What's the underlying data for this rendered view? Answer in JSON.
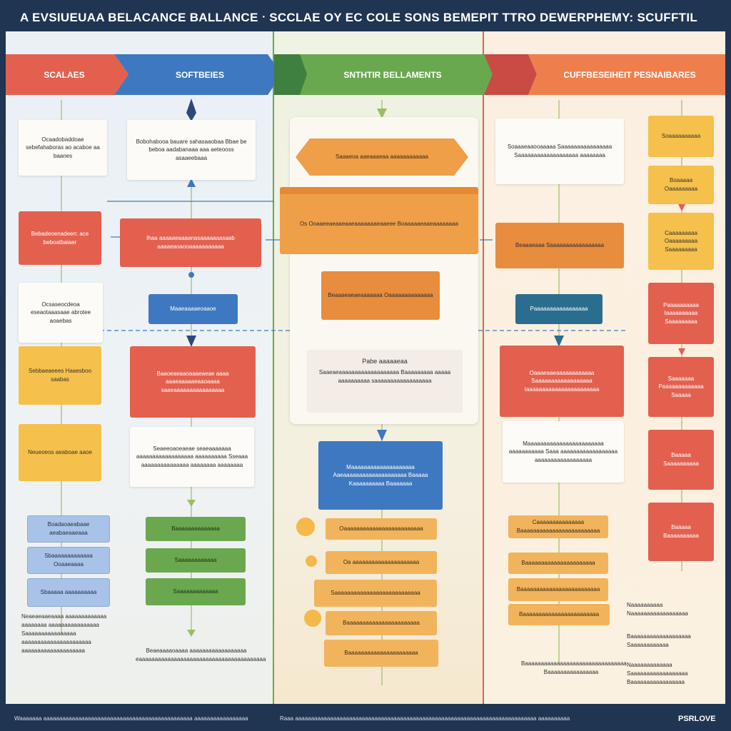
{
  "title": "A EVSIUEUAA BELACANCE BALLANCE ᐧ SCCLAE OY EC COLE SONS BEMEPIT TTRO DEWERPHEMY: SCUFFTIL",
  "colors": {
    "red": "#e3604f",
    "blue": "#3e78c0",
    "green": "#6aa84f",
    "orange": "#ef9f48",
    "yellow": "#f5c04c",
    "navy": "#1f3552"
  },
  "bands": [
    "SCALAES",
    "SOFTBEIES",
    "SNTHTIR BELLAMENTS",
    "CUFFBESEIHEIT PESNAIBARES"
  ],
  "col1": {
    "left": [
      "Ocaadobaddoae sebefahaboras ao acaboe aa baanes",
      "Bebadeoenadeen: ace beboatbaiaer",
      "Ocsaseocdeoa eseaotaaasaae abrotee aoaebas",
      "Sebbaeaeees Haaesboo saabas",
      "Neueoeos aeaboae aaoe"
    ],
    "right": [
      "Bobohabooa bauare sahasaaobaa Bbae be beboa aadabanaaa aaa aeteooss asaaeebaaa",
      "Ihaa aaaaaeaaaanasaaaaaaasaab aaaaeaoaooaaaaaaaaaaa",
      "Maaeaaaaeoaaoe",
      "Baaoeaeaaoaaaeaeae aaaa aaaeaaaaaeaaoaaaa saaeaaaaaaaaaaaaaaaa",
      "Seaeeoaoeaeae seaeaaaaaaa aaaaaaaaaaaaaaaaaa aaaaaaaaaa Sseaaa aaaaaaaaaaaaaaa aaaaaaaa aaaaaaaa"
    ],
    "lists": [
      "Boadaoaeabaae aeabaeaaeaaa",
      "Sbaaaaaaaaaaaaa Ooaaeaaaa",
      "Sbaaaaa aaaaaaaaaa",
      "Baaaaaaaaaaaaaa",
      "Saaaaaaaaaaaa",
      "Saaaaaaaaaaaaa"
    ],
    "bottom_text": "Neaeaeaaeaaaa aaaaaaaaaaaaa aaaaaaaa aaaaaaaaaaaaaaaa Saaaaaaaaaaaaaaaa aaaaaaaaaaaaaaaaaaaaaa aaaaaaaaaaaaaaaaaaaa",
    "bottom_text_right": "Beaeaaaaoaaaa aaaaaaaaaaaaaaaaaa eaaaaaaaaaaaaaaaaaaaaaaaaaaaaaaaaaaaaaaaa"
  },
  "col2": {
    "hex": "Saaaeoa aaeaaaeaa aaaaaaaaaaaa",
    "banner": "Os Ooaaeeaeaaeaaeaaaaaaaeaaeee Boaaaaaeaaeaaaaaaaa",
    "mid": "Beaaaeaeaeaaaaaaa Oaaaaaaaaaaaaaa",
    "card_title": "Pabe aaaaaeaa",
    "card_body": "Saaeaeaaaaaaaaaaaaaaaaaaa Baaaaaaaaa aaaaa aaaaaaaaaa saaaaaaaaaaaaaaaaaa",
    "blue_box": "Maaaaaaaaaaaaaaaaaaaa Aaeaaaaaaaaaaaaaaaaaaaa Baaaaa Kaaaaaaaaaa Baaaaaaa",
    "steps": [
      "Oaaaaaaaaaaaaaaaaaaaaaaaaa",
      "Oa aaaaaaaaaaaaaaaaaaaaa",
      "Saaaaaaaaaaaaaaaaaaaaaaaaaaa",
      "Baaaaaaaaaaaaaaaaaaaaaaa",
      "Baaaaaaaaaaaaaaaaaaaaaa"
    ]
  },
  "col3": {
    "top_card": "Soaaaeaaooaaaaa Saaaaaaaaaaaaaaaa Saaaaaaaaaaaaaaaaaaa aaaaaaaa",
    "orange": "Beaaaeaaa Saaaaaaaaaaaaaaaaa",
    "teal": "Paaaaaaaaaaaaaaaaa",
    "red": "Oaaaeaaeaaaaaaaaaaaa Saaaaaaaaaaaaaaaaaa Iaaaaaaaaaaaaaaaaaaaaaaa",
    "card2": "Maaaaaaaaaaaaaaaaaaaaaaaa aaaaaaaaaaa Saaa aaaaaaaaaaaaaaaaaa aaaaaaaaaaaaaaaaaa",
    "steps": [
      "Caaaaaaaaaaaaaaa Baaaaaaaaaaaaaaaaaaaaaaaaa",
      "Baaaaaaaaaaaaaaaaaaaaaa",
      "Baaaaaaaaaaaaaaaaaaaaaaaaa",
      "Baaaaaaaaaaaaaaaaaaaaaaaa"
    ],
    "bottom_text": "Baaaaaaaaaaaaaaaaaaaaaaaaaaaaaaaa Baaaaaaaaaaaaaaaa"
  },
  "col4": {
    "boxes": [
      "Soaaaaaaaaaa",
      "Boaaaaa Oaaaaaaaaa",
      "Caaaaaaaaa Oaaaaaaaaa Saaaaaaaaa",
      "Paaaaaaaaaa Iaaaaaaaaaa Saaaaaaaaa",
      "Saaaaaaa Paaaaaaaaaaaaa Saaaaa",
      "Baaaaa Saaaaaaaaaa",
      "Baaaaa Baaaaaaaaaa"
    ],
    "notes": [
      "Naaaaaaaaaa Naaaaaaaaaaaaaaaaaa",
      "Baaaaaaaaaaaaaaaaaaa Saaaaaaaaaaaa",
      "Naaaaaaaaaaaaa Saaaaaaaaaaaaaaaaaa Baaaaaaaaaaaaaaaaa"
    ]
  },
  "footer": {
    "left": "Waaaaaaa aaaaaaaaaaaaaaaaaaaaaaaaaaaaaaaaaaaaaaaaaaaaaaa aaaaaaaaaaaaaaaaa",
    "right": "Raaa aaaaaaaaaaaaaaaaaaaaaaaaaaaaaaaaaaaaaaaaaaaaaaaaaaaaaaaaaaaaaaaaaaaaaaaaaaaa aaaaaaaaaa",
    "logo": "PSRLOVE"
  }
}
